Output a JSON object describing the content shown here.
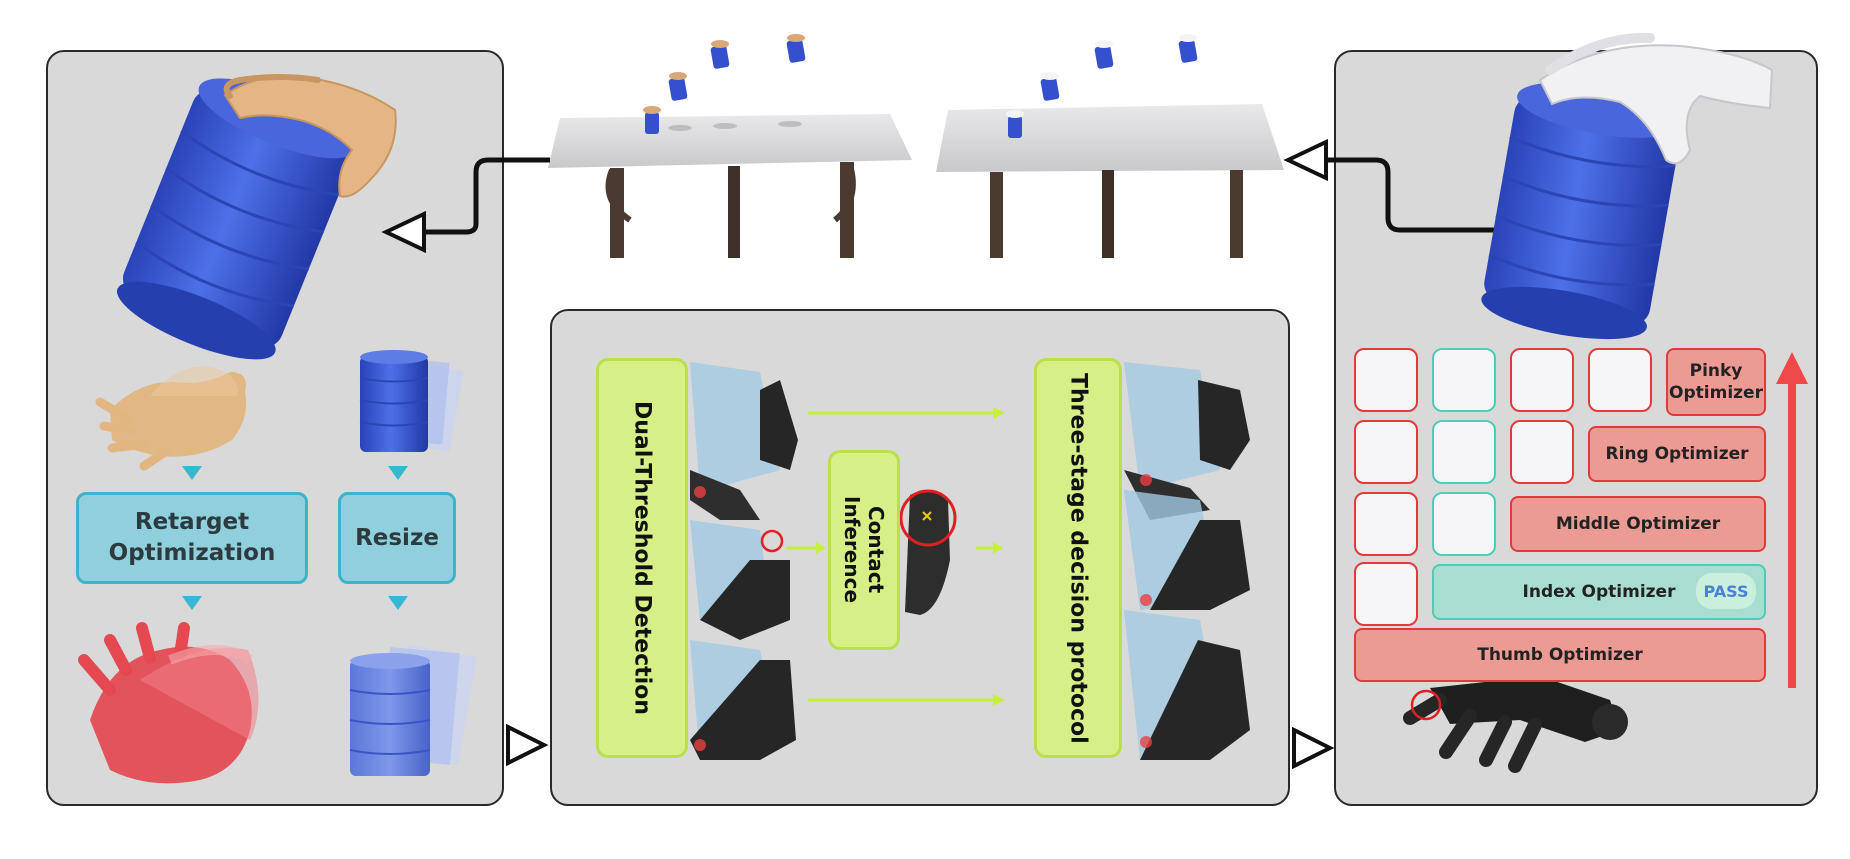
{
  "left_panel": {
    "retarget_label": "Retarget\nOptimization",
    "resize_label": "Resize"
  },
  "center_panel": {
    "dual_threshold_label": "Dual-Threshold Detection",
    "contact_inference_label": "Contact\nInference",
    "three_stage_label": "Three-stage decision protocol"
  },
  "right_panel": {
    "pinky_label": "Pinky\nOptimizer",
    "ring_label": "Ring Optimizer",
    "middle_label": "Middle Optimizer",
    "index_label": "Index Optimizer",
    "pass_label": "PASS",
    "thumb_label": "Thumb Optimizer"
  },
  "colors": {
    "panel_bg": "#d9d9d9",
    "blue_box": "#8fd0dc",
    "green_box": "#d6ef86",
    "red_opt": "#ec9b94",
    "teal_opt": "#a8ddd0",
    "can_blue": "#3e5fd6"
  }
}
